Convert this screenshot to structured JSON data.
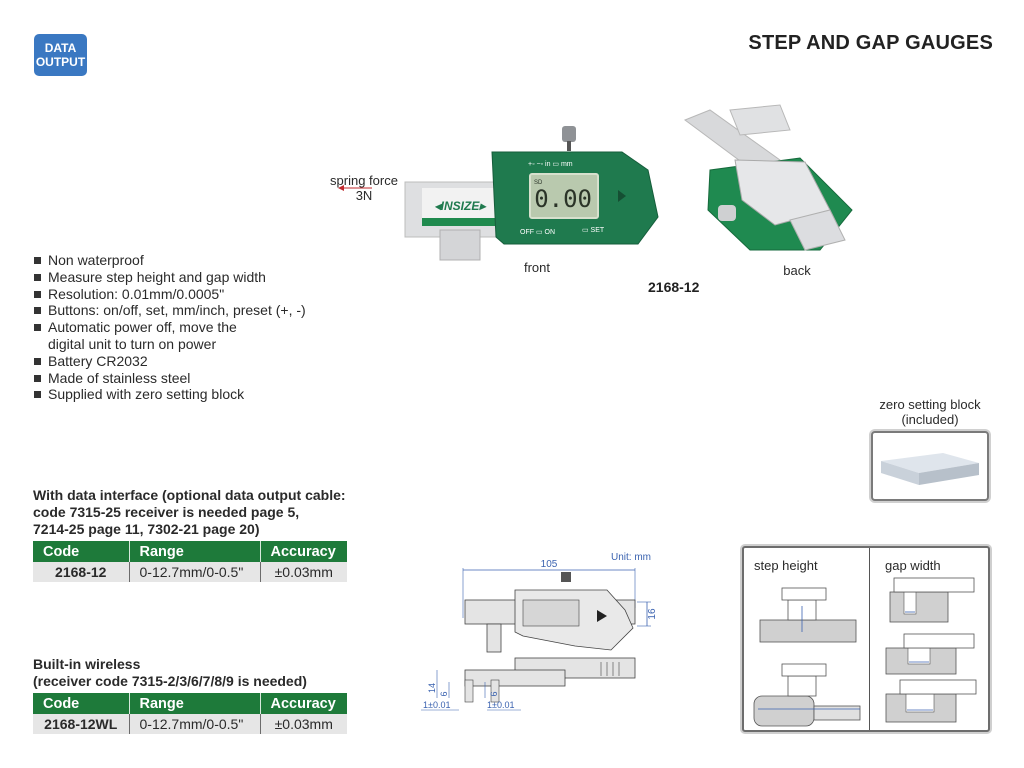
{
  "header": {
    "badge": [
      "DATA",
      "OUTPUT"
    ],
    "title": "STEP AND GAP GAUGES"
  },
  "product": {
    "model_code": "2168-12",
    "front_label": "front",
    "back_label": "back",
    "spring_force_label": "spring force",
    "spring_force_value": "3N",
    "brand_logo": "INSIZE",
    "display_reading": "0.00",
    "device_buttons": [
      "+",
      "−",
      "in",
      "mm",
      "OFF",
      "ON",
      "SET"
    ]
  },
  "features": [
    [
      "Non waterproof"
    ],
    [
      "Measure step height and gap width"
    ],
    [
      "Resolution: 0.01mm/0.0005\""
    ],
    [
      "Buttons: on/off, set, mm/inch, preset (+, -)"
    ],
    [
      "Automatic power off, move the",
      "digital unit to turn on power"
    ],
    [
      "Battery CR2032"
    ],
    [
      "Made of stainless steel"
    ],
    [
      "Supplied with zero setting block"
    ]
  ],
  "zero_block": {
    "label_line1": "zero setting block",
    "label_line2": "(included)"
  },
  "tables": [
    {
      "heading": [
        "With data interface (optional data output cable:",
        "code 7315-25 receiver is needed page 5,",
        "7214-25 page 11, 7302-21 page 20)"
      ],
      "columns": [
        "Code",
        "Range",
        "Accuracy"
      ],
      "rows": [
        [
          "2168-12",
          "0-12.7mm/0-0.5\"",
          "±0.03mm"
        ]
      ]
    },
    {
      "heading": [
        "Built-in wireless",
        "(receiver code 7315-2/3/6/7/8/9 is needed)"
      ],
      "columns": [
        "Code",
        "Range",
        "Accuracy"
      ],
      "rows": [
        [
          "2168-12WL",
          "0-12.7mm/0-0.5\"",
          "±0.03mm"
        ]
      ]
    }
  ],
  "drawing": {
    "unit": "Unit: mm",
    "length": "105",
    "height": "16",
    "jaw_height": "14",
    "jaw_depth_left": "6",
    "jaw_depth_right": "6",
    "tol_left": "1±0.01",
    "tol_right": "1±0.01"
  },
  "usage": {
    "step_height": "step height",
    "gap_width": "gap width"
  },
  "colors": {
    "badge_blue": "#3a78c2",
    "table_header_green": "#1e7a3a",
    "device_green": "#1f7a4e",
    "dimension_blue": "#3b63b0"
  }
}
